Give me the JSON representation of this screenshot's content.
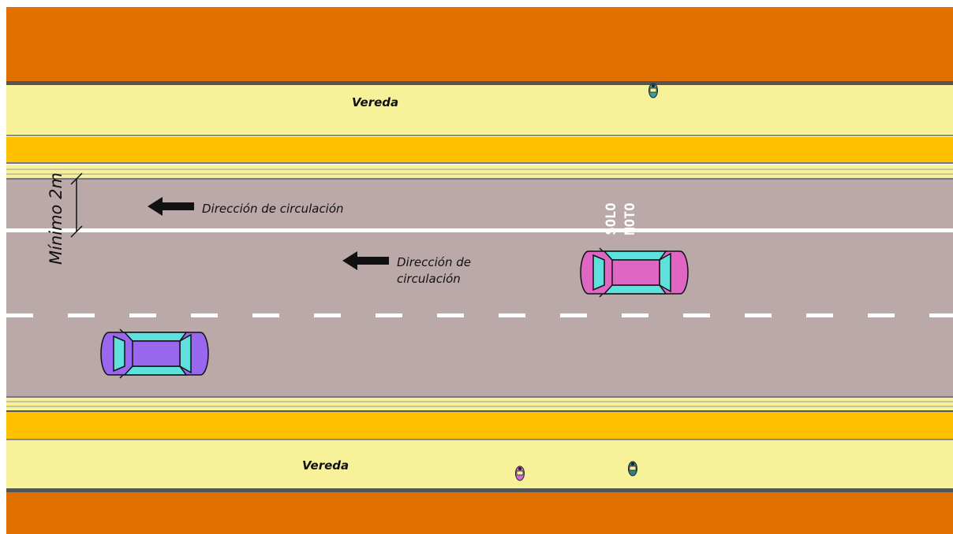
{
  "labels": {
    "sidewalk_top": "Vereda",
    "sidewalk_bottom": "Vereda",
    "direction_top": "Dirección de circulación",
    "direction_mid_line1": "Dirección de",
    "direction_mid_line2": "circulación",
    "min_width": "Mínimo 2m",
    "road_marking_line1": "SOLO",
    "road_marking_line2": "MOTO"
  },
  "colors": {
    "building": "#e07000",
    "sidewalk": "#f7f19a",
    "planter": "#ffc000",
    "roadway": "#bba8a8",
    "curb_line": "#555555",
    "lane_marking": "#ffffff",
    "arrow": "#111111",
    "car_pink_body": "#e066c4",
    "car_purple_body": "#9966ee",
    "car_glass": "#5ee0dc",
    "moto_teal": "#3a9ea0",
    "moto_pink": "#d36ad6"
  },
  "icons": {
    "direction_arrow": "left-arrow-icon",
    "car": "car-topview-icon",
    "motorcycle": "motorcycle-topview-icon"
  }
}
